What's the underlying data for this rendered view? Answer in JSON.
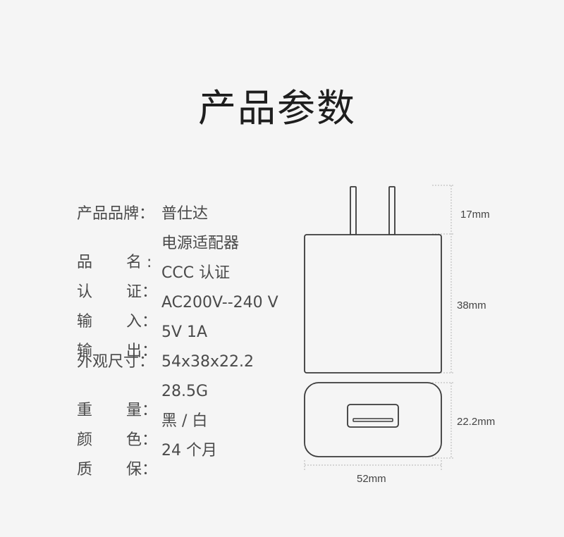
{
  "title": "产品参数",
  "specs": [
    {
      "label": "产品品牌",
      "label_a": "产品品牌",
      "label_b": "",
      "sep": "：",
      "value": "普仕达"
    },
    {
      "label": "品名",
      "label_a": "品",
      "label_b": "名",
      "sep": " :",
      "value": "电源适配器"
    },
    {
      "label": "认证",
      "label_a": "认",
      "label_b": "证",
      "sep": "：",
      "value": "CCC 认证"
    },
    {
      "label": "输入",
      "label_a": "输",
      "label_b": "入",
      "sep": "：",
      "value": "AC200V--240 V"
    },
    {
      "label": "输出",
      "label_a": "输",
      "label_b": "出",
      "sep": "：",
      "value": "5V  1A"
    },
    {
      "label": "外观尺寸",
      "label_a": "外观尺寸",
      "label_b": "",
      "sep": "：",
      "value": "54x38x22.2"
    },
    {
      "label": "重量",
      "label_a": "重",
      "label_b": "量",
      "sep": "：",
      "value": "28.5G"
    },
    {
      "label": "颜色",
      "label_a": "颜",
      "label_b": "色",
      "sep": "：",
      "value": "黑 / 白"
    },
    {
      "label": "质保",
      "label_a": "质",
      "label_b": "保",
      "sep": "：",
      "value": "24 个月"
    }
  ],
  "dimensions": {
    "prong_height": "17mm",
    "body_height": "38mm",
    "depth": "22.2mm",
    "width": "52mm"
  },
  "colors": {
    "text": "#4a4a4a",
    "title": "#1e1e1e",
    "outline": "#3a3a3a",
    "guide": "#b0b0b0",
    "background": "#f5f5f5"
  }
}
